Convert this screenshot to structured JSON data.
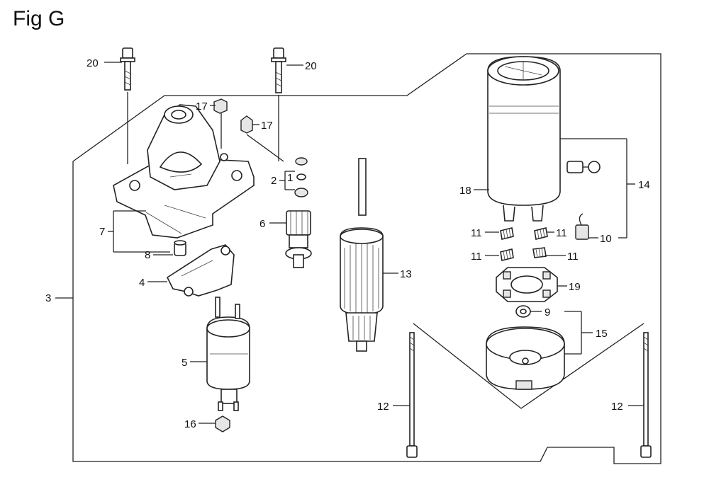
{
  "figure": {
    "title": "Fig G"
  },
  "callouts": [
    {
      "id": "c20a",
      "text": "20"
    },
    {
      "id": "c20b",
      "text": "20"
    },
    {
      "id": "c17a",
      "text": "17"
    },
    {
      "id": "c17b",
      "text": "17"
    },
    {
      "id": "c2",
      "text": "2"
    },
    {
      "id": "c1",
      "text": "1"
    },
    {
      "id": "c7",
      "text": "7"
    },
    {
      "id": "c8",
      "text": "8"
    },
    {
      "id": "c6",
      "text": "6"
    },
    {
      "id": "c4",
      "text": "4"
    },
    {
      "id": "c3",
      "text": "3"
    },
    {
      "id": "c5",
      "text": "5"
    },
    {
      "id": "c16",
      "text": "16"
    },
    {
      "id": "c13",
      "text": "13"
    },
    {
      "id": "c18",
      "text": "18"
    },
    {
      "id": "c14",
      "text": "14"
    },
    {
      "id": "c11a",
      "text": "11"
    },
    {
      "id": "c11b",
      "text": "11"
    },
    {
      "id": "c11c",
      "text": "11"
    },
    {
      "id": "c11d",
      "text": "11"
    },
    {
      "id": "c10",
      "text": "10"
    },
    {
      "id": "c19",
      "text": "19"
    },
    {
      "id": "c9",
      "text": "9"
    },
    {
      "id": "c15",
      "text": "15"
    },
    {
      "id": "c12a",
      "text": "12"
    },
    {
      "id": "c12b",
      "text": "12"
    }
  ]
}
